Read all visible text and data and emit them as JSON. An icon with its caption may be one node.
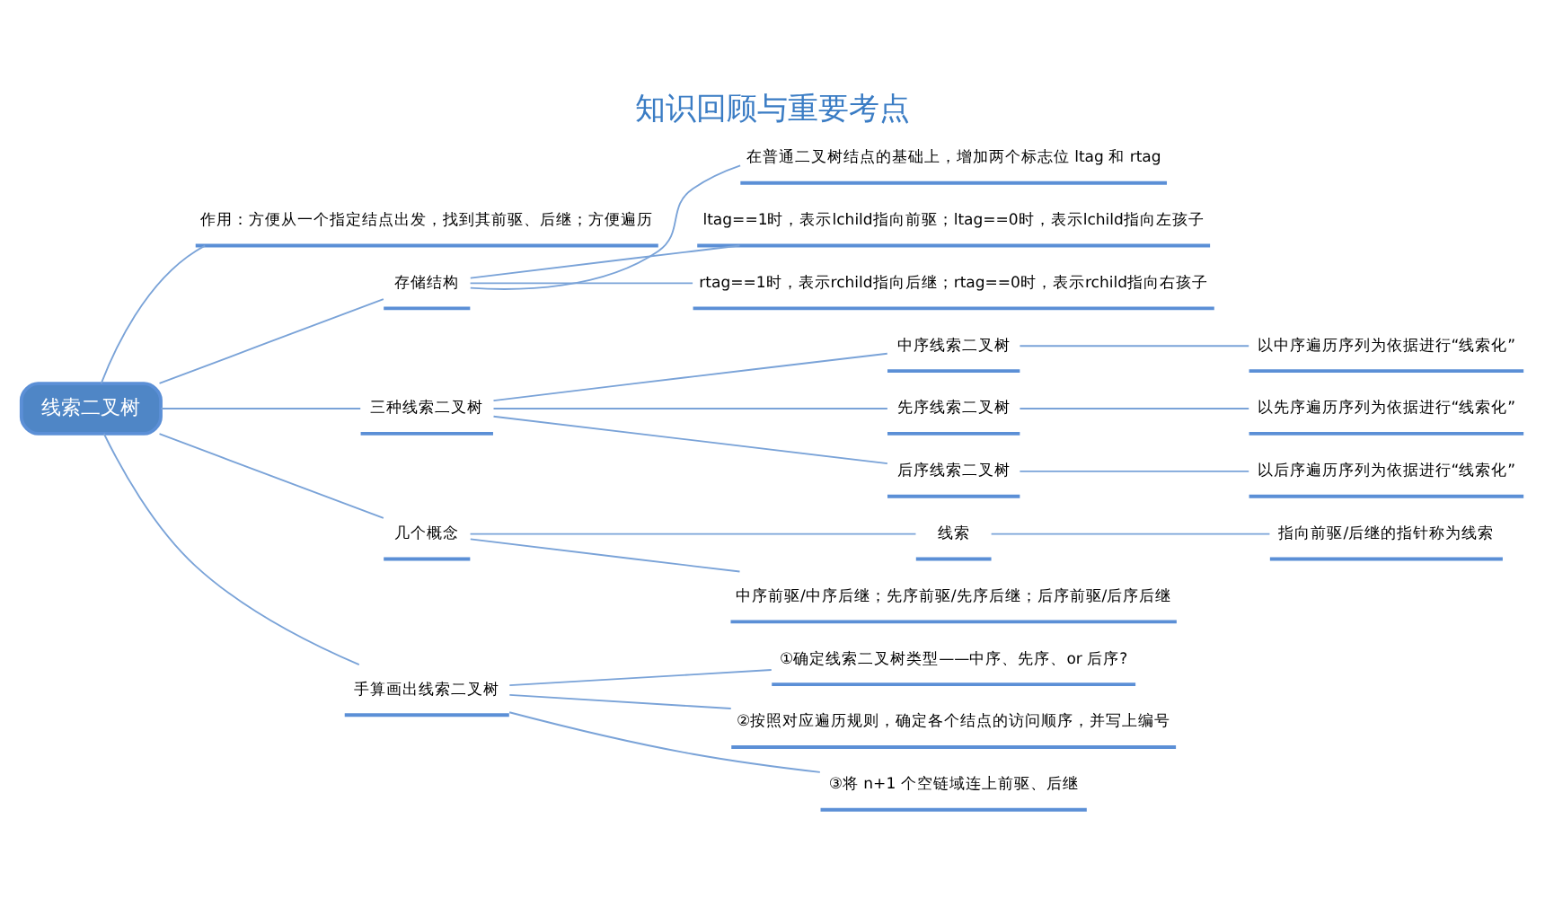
{
  "diagram": {
    "title": "知识回顾与重要考点",
    "nodes": [
      {
        "text": [
          "线索二叉树"
        ]
      },
      {
        "text": [
          "作用：方便从一个指定结点出发，找到其前驱、后继；方便遍历"
        ]
      },
      {
        "text": [
          "存储结构"
        ]
      },
      {
        "text": [
          "在普通二叉树结点的基础上，增加两个标志位 ltag 和 rtag"
        ]
      },
      {
        "text": [
          "ltag==1时，表示lchild指向前驱；ltag==0时，表示lchild指向左孩子"
        ]
      },
      {
        "text": [
          "rtag==1时，表示rchild指向后继；rtag==0时，表示rchild指向右孩子"
        ]
      },
      {
        "text": [
          "三种线索二叉树"
        ]
      },
      {
        "text": [
          "中序线索二叉树"
        ]
      },
      {
        "text": [
          "以中序遍历序列为依据进行“线索化”"
        ]
      },
      {
        "text": [
          "先序线索二叉树"
        ]
      },
      {
        "text": [
          "以先序遍历序列为依据进行“线索化”"
        ]
      },
      {
        "text": [
          "后序线索二叉树"
        ]
      },
      {
        "text": [
          "以后序遍历序列为依据进行“线索化”"
        ]
      },
      {
        "text": [
          "几个概念"
        ]
      },
      {
        "text": [
          "线索"
        ]
      },
      {
        "text": [
          "指向前驱/后继的指针称为线索"
        ]
      },
      {
        "text": [
          "中序前驱/中序后继；先序前驱/先序后继；后序前驱/后序后继"
        ]
      },
      {
        "text": [
          "手算画出线索二叉树"
        ]
      },
      {
        "text": [
          "①确定线索二叉树类型——中序、先序、or 后序?"
        ]
      },
      {
        "text": [
          "②按照对应遍历规则，确定各个结点的访问顺序，并写上编号"
        ]
      },
      {
        "text": [
          "③将 n+1 个空链域连上前驱、后继"
        ]
      }
    ],
    "edges": [
      {
        "from": 0,
        "to": 1,
        "arrow": "none"
      },
      {
        "from": 0,
        "to": 2,
        "arrow": "none"
      },
      {
        "from": 2,
        "to": 3,
        "arrow": "none"
      },
      {
        "from": 2,
        "to": 4,
        "arrow": "none"
      },
      {
        "from": 2,
        "to": 5,
        "arrow": "none"
      },
      {
        "from": 0,
        "to": 6,
        "arrow": "none"
      },
      {
        "from": 6,
        "to": 7,
        "arrow": "none"
      },
      {
        "from": 7,
        "to": 8,
        "arrow": "none"
      },
      {
        "from": 6,
        "to": 9,
        "arrow": "none"
      },
      {
        "from": 9,
        "to": 10,
        "arrow": "none"
      },
      {
        "from": 6,
        "to": 11,
        "arrow": "none"
      },
      {
        "from": 11,
        "to": 12,
        "arrow": "none"
      },
      {
        "from": 0,
        "to": 13,
        "arrow": "none"
      },
      {
        "from": 13,
        "to": 14,
        "arrow": "none"
      },
      {
        "from": 14,
        "to": 15,
        "arrow": "none"
      },
      {
        "from": 13,
        "to": 16,
        "arrow": "none"
      },
      {
        "from": 0,
        "to": 17,
        "arrow": "none"
      },
      {
        "from": 17,
        "to": 18,
        "arrow": "none"
      },
      {
        "from": 17,
        "to": 19,
        "arrow": "none"
      },
      {
        "from": 17,
        "to": 20,
        "arrow": "none"
      }
    ]
  }
}
